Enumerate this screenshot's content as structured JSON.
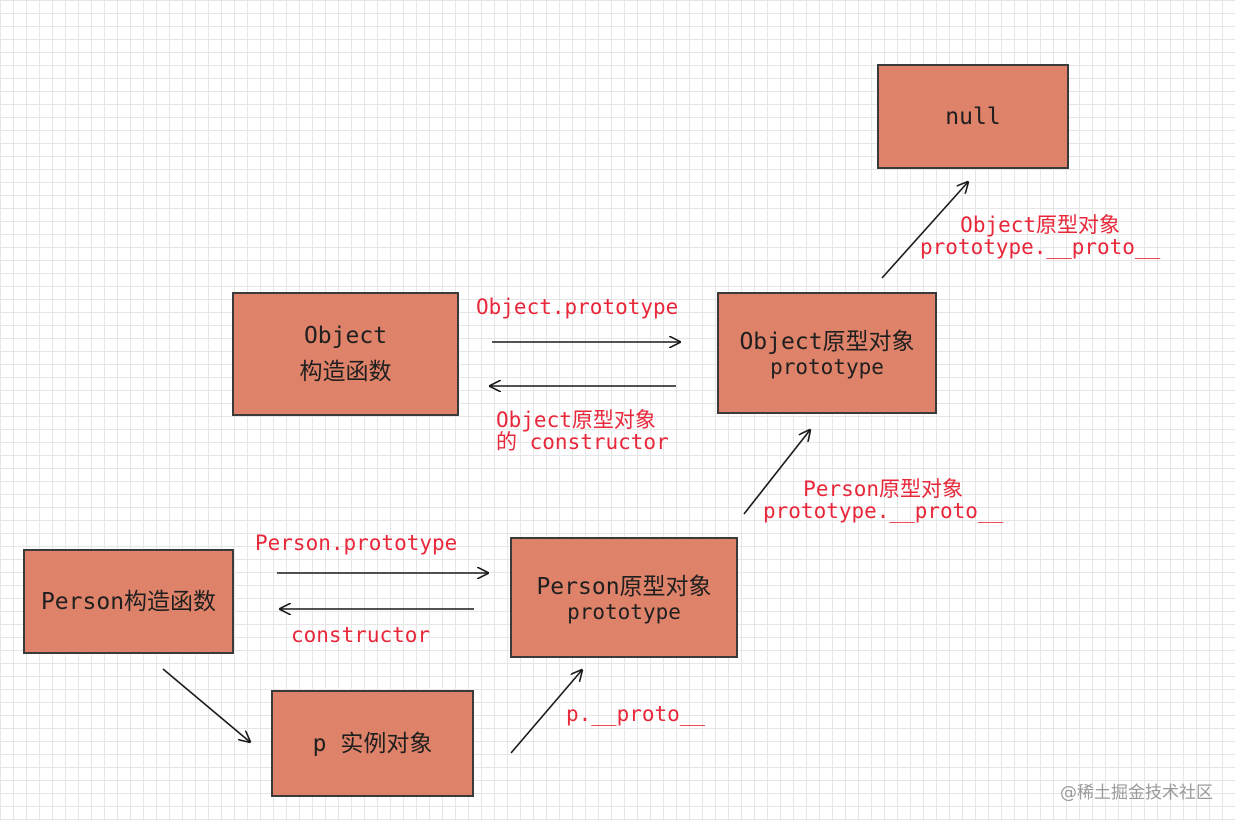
{
  "nodes": {
    "null_box": {
      "text": "null"
    },
    "object_constructor": {
      "line1": "Object",
      "line2": "构造函数"
    },
    "object_prototype": {
      "line1": "Object原型对象",
      "line2": "prototype"
    },
    "person_constructor": {
      "text": "Person构造函数"
    },
    "person_prototype": {
      "line1": "Person原型对象",
      "line2": "prototype"
    },
    "p_instance": {
      "text": "p 实例对象"
    }
  },
  "labels": {
    "object_proto_chain_line1": "Object原型对象",
    "object_proto_chain_line2": "prototype.__proto__",
    "object_dot_prototype": "Object.prototype",
    "object_constructor_ref_line1": "Object原型对象",
    "object_constructor_ref_line2": "的 constructor",
    "person_proto_chain_line1": "Person原型对象",
    "person_proto_chain_line2": "prototype.__proto__",
    "person_dot_prototype": "Person.prototype",
    "person_constructor_ref": "constructor",
    "p_dunder_proto": "p.__proto__"
  },
  "watermark": "@稀土掘金技术社区",
  "colors": {
    "box_fill": "#de8269",
    "box_border": "#3a3a3a",
    "label_red": "#e8283a",
    "arrow": "#1a1a1a",
    "grid": "#e6e6e6"
  }
}
